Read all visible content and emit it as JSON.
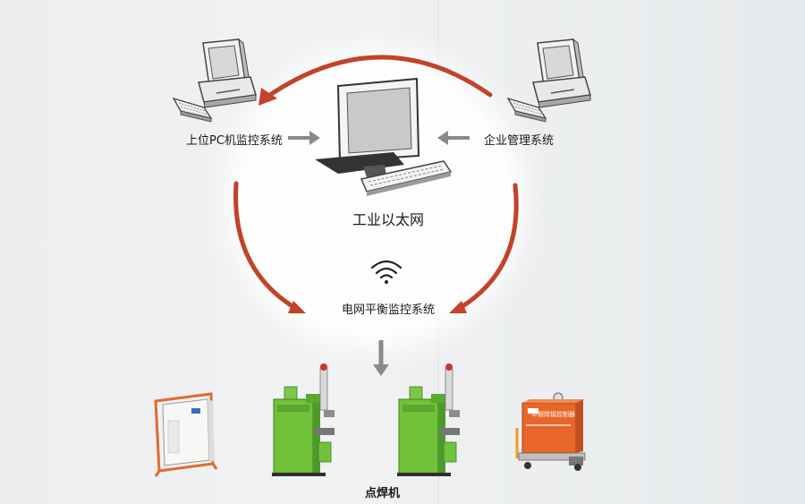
{
  "labels": {
    "upper_pc": "上位PC机监控系统",
    "enterprise": "企业管理系统",
    "ethernet": "工业以太网",
    "grid_balance": "电网平衡监控系统",
    "spot_welder": "点焊机"
  },
  "panels": {
    "orange_cabinet_title": "中频焊接控制器"
  },
  "colors": {
    "arc_red": "#c2432a",
    "machine_green": "#6fc23a",
    "cabinet_orange": "#e8662a",
    "arrow_gray": "#8a8a8a"
  },
  "icons": [
    "desktop-computer-icon",
    "monitor-icon",
    "keyboard-icon",
    "wifi-icon",
    "spot-welding-machine",
    "control-cabinet"
  ]
}
